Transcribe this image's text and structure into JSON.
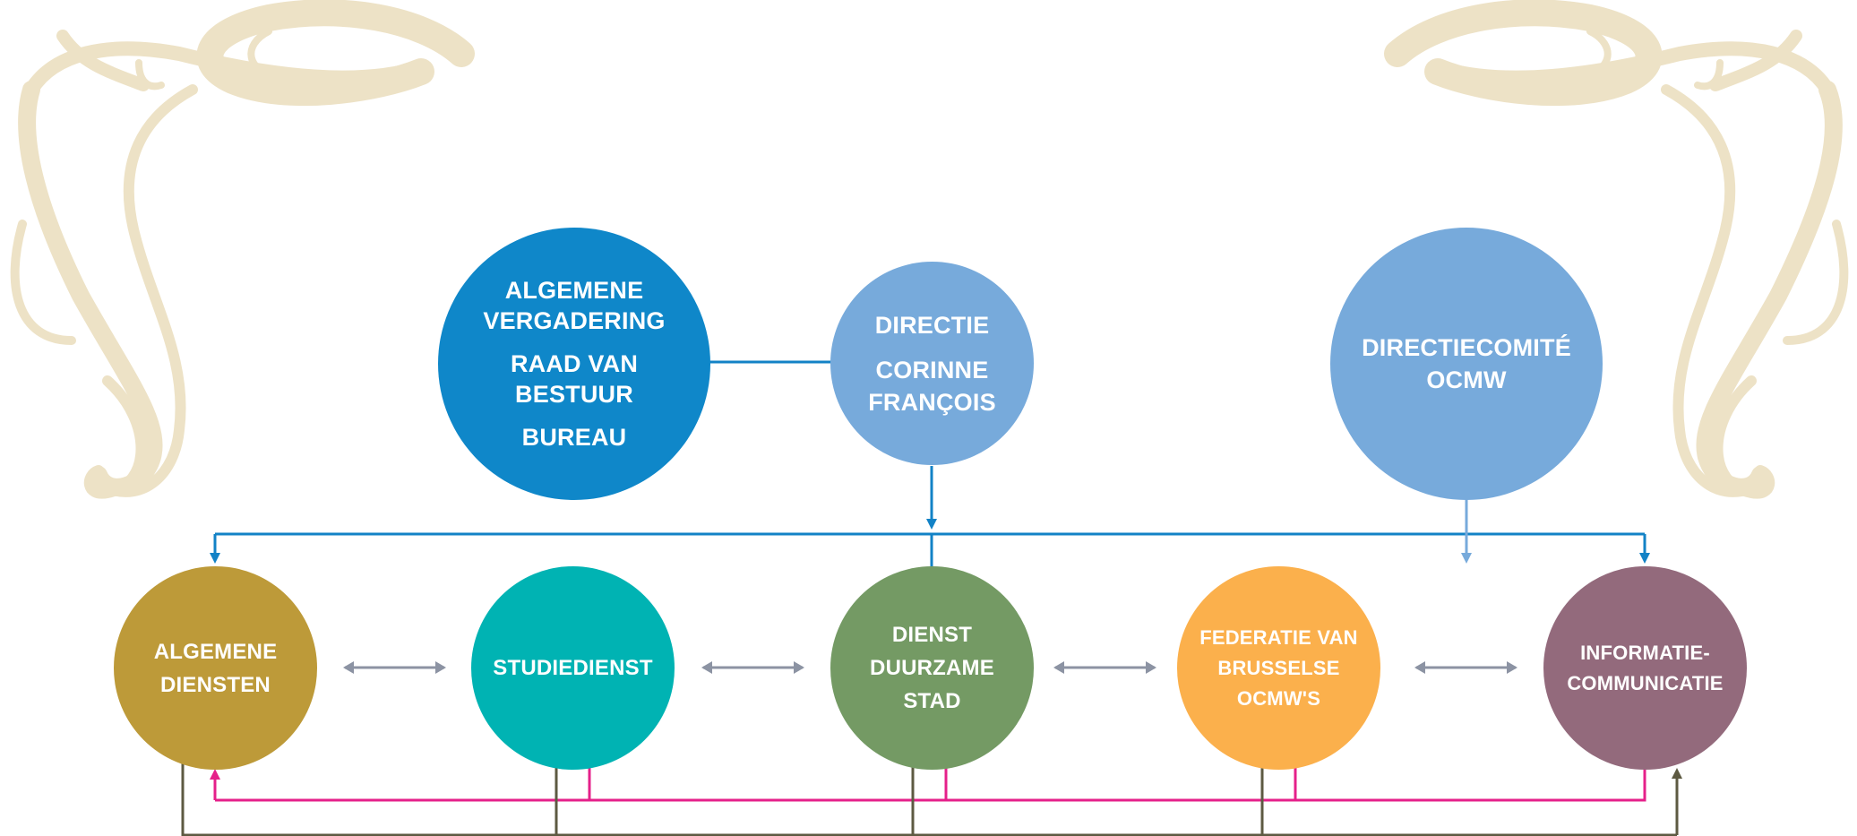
{
  "colors": {
    "ornament": "#ede2c6",
    "blue_dark": "#0f87c9",
    "blue_light": "#77aadb",
    "gold": "#bd9a39",
    "teal": "#00b3b3",
    "green": "#749a64",
    "orange": "#fbb04c",
    "mauve": "#936a7c",
    "connector_blue": "#1282c6",
    "connector_light_blue": "#77aadb",
    "connector_grey": "#8c93a3",
    "connector_magenta": "#e5208a",
    "connector_olive": "#5d5a42"
  },
  "nodes": {
    "governance": {
      "line1": "ALGEMENE",
      "line2": "VERGADERING",
      "line3": "RAAD VAN",
      "line4": "BESTUUR",
      "line5": "BUREAU"
    },
    "directie": {
      "line1": "DIRECTIE",
      "line2": "CORINNE",
      "line3": "FRANÇOIS"
    },
    "directiecomite": {
      "line1": "DIRECTIECOMITÉ",
      "line2": "OCMW"
    },
    "algemene_diensten": {
      "line1": "ALGEMENE",
      "line2": "DIENSTEN"
    },
    "studiedienst": {
      "line1": "STUDIEDIENST"
    },
    "duurzame_stad": {
      "line1": "DIENST",
      "line2": "DUURZAME",
      "line3": "STAD"
    },
    "federatie": {
      "line1": "FEDERATIE VAN",
      "line2": "BRUSSELSE",
      "line3": "OCMW'S"
    },
    "informatie": {
      "line1": "INFORMATIE-",
      "line2": "COMMUNICATIE"
    }
  }
}
